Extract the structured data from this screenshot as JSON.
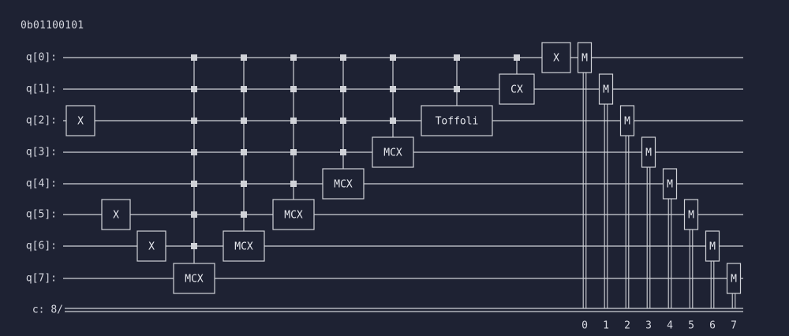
{
  "header": {
    "bitstring": "0b01100101"
  },
  "colors": {
    "background": "#1e2233",
    "wire": "#d0d2d8",
    "gate_fill": "#1e2233",
    "control": "#d0d2d8",
    "text": "#e6e8ee"
  },
  "circuit": {
    "qubits": [
      "q[0]:",
      "q[1]:",
      "q[2]:",
      "q[3]:",
      "q[4]:",
      "q[5]:",
      "q[6]:",
      "q[7]:"
    ],
    "classical_label": "c: 8/",
    "measure_indices": [
      "0",
      "1",
      "2",
      "3",
      "4",
      "5",
      "6",
      "7"
    ],
    "gates": [
      {
        "label": "X",
        "target": 2,
        "controls": []
      },
      {
        "label": "X",
        "target": 5,
        "controls": []
      },
      {
        "label": "X",
        "target": 6,
        "controls": []
      },
      {
        "label": "MCX",
        "target": 7,
        "controls": [
          0,
          1,
          2,
          3,
          4,
          5,
          6
        ]
      },
      {
        "label": "MCX",
        "target": 6,
        "controls": [
          0,
          1,
          2,
          3,
          4,
          5
        ]
      },
      {
        "label": "MCX",
        "target": 5,
        "controls": [
          0,
          1,
          2,
          3,
          4
        ]
      },
      {
        "label": "MCX",
        "target": 4,
        "controls": [
          0,
          1,
          2,
          3
        ]
      },
      {
        "label": "MCX",
        "target": 3,
        "controls": [
          0,
          1,
          2
        ]
      },
      {
        "label": "Toffoli",
        "target": 2,
        "controls": [
          0,
          1
        ]
      },
      {
        "label": "CX",
        "target": 1,
        "controls": [
          0
        ]
      },
      {
        "label": "X",
        "target": 0,
        "controls": []
      }
    ],
    "measure_label": "M"
  }
}
